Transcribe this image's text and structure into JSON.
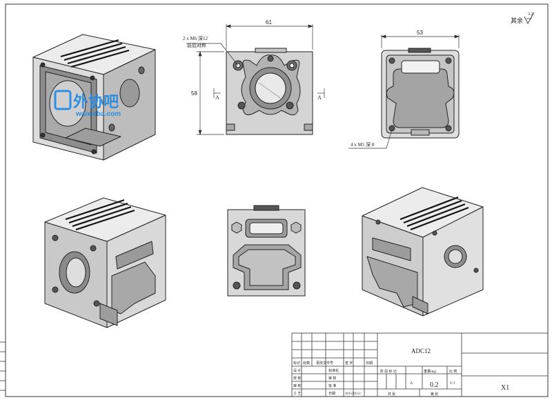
{
  "drawing": {
    "surface_note": "其余",
    "surface_symbol": "3.2"
  },
  "front_view": {
    "width_dim": "61",
    "height_dim": "58",
    "hole_note_line1": "2 x M6 深12",
    "hole_note_line2": "前后对称",
    "section_left": "A",
    "section_right": "A"
  },
  "side_view": {
    "width_dim": "53",
    "hole_note": "4 x M5 深 8"
  },
  "watermark": {
    "cn": "外协吧",
    "url": "waixieba.com"
  },
  "title_block": {
    "material": "ADC12",
    "drawing_no": "X1",
    "row_labels": [
      "设 计",
      "校 核",
      "审 核",
      "工 艺"
    ],
    "rev_headers": [
      "标记",
      "处数",
      "更改文件号",
      "签  字",
      "日期"
    ],
    "stage_header": "阶 段 标 记",
    "weight_header": "重量(kg)",
    "scale_header": "比 例",
    "stage_value": "A",
    "weight_value": "0.2",
    "scale_value": "1:1",
    "standard_label": "标准化",
    "review_label": "审 核",
    "approve_label": "批 准",
    "date_label": "日期",
    "date_value": "2015/10/12",
    "sheet_total": "共  张",
    "sheet_no": "第  张"
  }
}
